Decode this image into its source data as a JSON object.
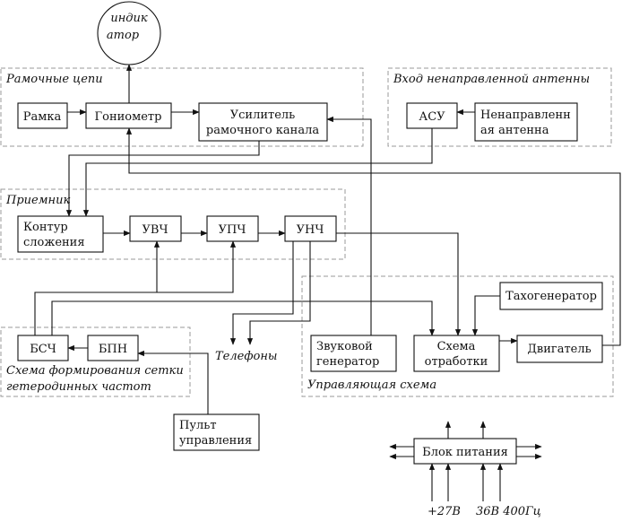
{
  "groups": {
    "frame": "Рамочные цепи",
    "nondirectional_input": "Вход ненаправленной антенны",
    "receiver": "Приемник",
    "grid_circuit": [
      "Схема формирования сетки",
      "гетеродинных частот"
    ],
    "control": "Управляющая схема"
  },
  "blocks": {
    "indicator": [
      "индик",
      "атор"
    ],
    "frame": "Рамка",
    "goniometer": "Гониометр",
    "frame_amp": [
      "Усилитель",
      "рамочного канала"
    ],
    "asu": "АСУ",
    "nondir_antenna": [
      "Ненаправленн",
      "ая антенна"
    ],
    "summing": [
      "Контур",
      "сложения"
    ],
    "uvch": "УВЧ",
    "upch": "УПЧ",
    "unch": "УНЧ",
    "bsch": "БСЧ",
    "bpn": "БПН",
    "remote": [
      "Пульт",
      "управления"
    ],
    "sound_gen": [
      "Звуковой",
      "генератор"
    ],
    "servo": [
      "Схема",
      "отработки"
    ],
    "tacho": "Тахогенератор",
    "motor": "Двигатель",
    "power": "Блок питания"
  },
  "outputs": {
    "phones": "Телефоны"
  },
  "power_inputs": {
    "v27": "+27В",
    "v36": "36В 400Гц"
  }
}
